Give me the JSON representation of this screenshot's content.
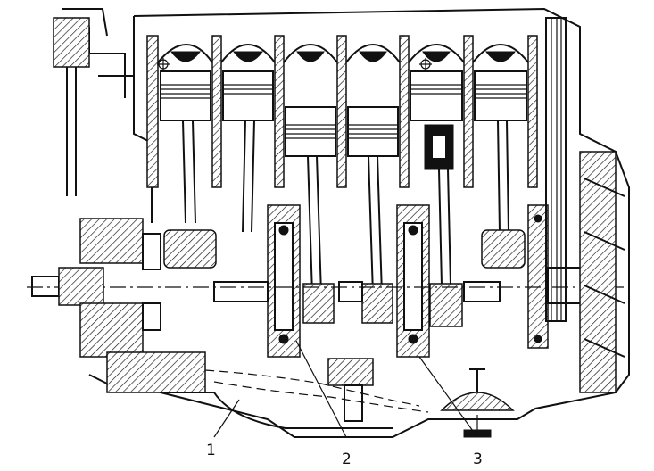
{
  "diagram": {
    "callouts": [
      {
        "id": "1",
        "label": "1"
      },
      {
        "id": "2",
        "label": "2"
      },
      {
        "id": "3",
        "label": "3"
      }
    ],
    "cylinder_count": 6,
    "colors": {
      "ink": "#111111",
      "paper": "#ffffff"
    }
  }
}
